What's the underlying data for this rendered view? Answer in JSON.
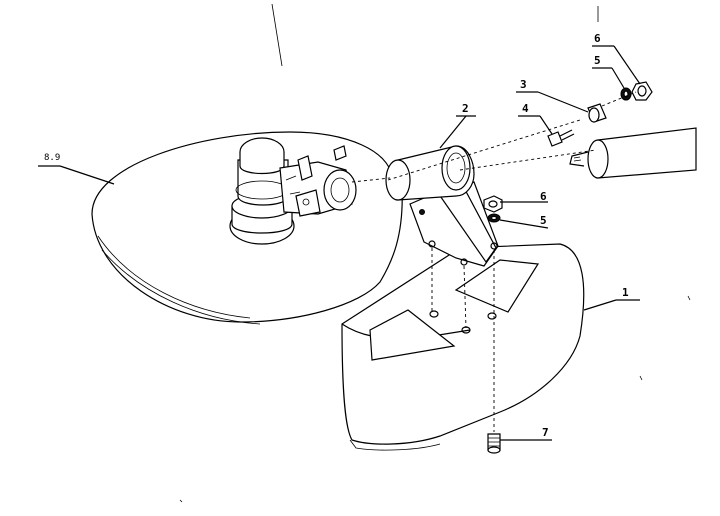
{
  "diagram": {
    "callouts": {
      "c1": "1",
      "c2": "2",
      "c3": "3",
      "c4": "4",
      "c5_top": "5",
      "c6_top": "6",
      "c6_mid": "6",
      "c5_mid": "5",
      "c7": "7",
      "c89": "8.9"
    }
  }
}
